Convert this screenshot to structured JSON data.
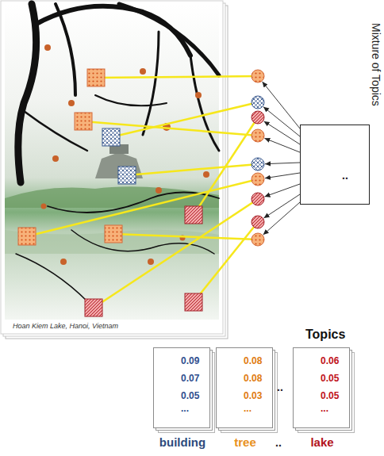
{
  "diagram": {
    "nodes": [
      {
        "text": [
          "Mixture of Topics",
          ".."
        ]
      },
      {
        "text": [
          "0.09",
          "0.07",
          "0.05",
          "...",
          "building"
        ]
      },
      {
        "text": [
          "0.08",
          "0.08",
          "0.03",
          "...",
          "tree"
        ]
      },
      {
        "text": [
          "0.06",
          "0.05",
          "0.05",
          "...",
          "lake"
        ]
      }
    ],
    "labels": [
      "Hoan Kiem Lake, Hanoi, Vietnam",
      "Topics",
      "..",
      ".."
    ]
  }
}
